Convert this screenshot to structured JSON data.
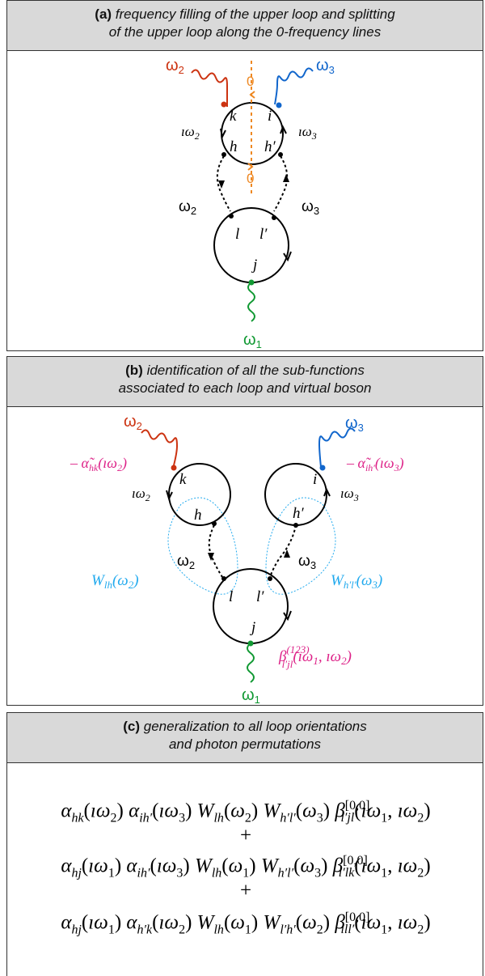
{
  "panel_a": {
    "label": "(a)",
    "title_line1": "frequency filling of the upper loop and splitting",
    "title_line2": "of the upper loop along the 0-frequency lines",
    "omega2": "ω2",
    "omega3": "ω3",
    "omega1": "ω1",
    "zero": "0",
    "k": "k",
    "i": "i",
    "h": "h",
    "hp": "h′",
    "l": "l",
    "lp": "l′",
    "j": "j",
    "iw2": "ıω2",
    "iw3": "ıω3"
  },
  "panel_b": {
    "label": "(b)",
    "title_line1": "identification of all the sub-functions",
    "title_line2": "associated to each loop and virtual boson",
    "alpha_hk": "– α̃hk(ıω2)",
    "alpha_ihp": "– α̃ih′(ıω3)",
    "W_lh": "Wlh(ω2)",
    "W_hplp": "Wh′l′(ω3)",
    "beta": "β(123)l′jl(ıω1, ıω2)",
    "omega2": "ω2",
    "omega3": "ω3",
    "omega1": "ω1",
    "k": "k",
    "i": "i",
    "h": "h",
    "hp": "h′",
    "l": "l",
    "lp": "l′",
    "j": "j",
    "iw2": "ıω2",
    "iw3": "ıω3"
  },
  "panel_c": {
    "label": "(c)",
    "title_line1": "generalization to all loop orientations",
    "title_line2": "and photon permutations",
    "line1": "αhk(ıω2) αih′(ıω3) Wlh(ω2) Wh′l′(ω3) β[0,0]l′jl(ıω1, ıω2)",
    "plus": "+",
    "line2": "αhj(ıω1) αih′(ıω3) Wlh(ω1) Wh′l′(ω3) β[0,0]l′lk(ıω1, ıω2)",
    "line3": "αhj(ıω1) αh′k(ıω2) Wlh(ω1) Wl′h′(ω2) β[0,0]ill′(ıω1, ıω2)"
  },
  "colors": {
    "red": "#cc3311",
    "blue": "#1166cc",
    "green": "#119933",
    "orange": "#ee8822",
    "magenta": "#dd2288",
    "cyan": "#22aaee"
  }
}
